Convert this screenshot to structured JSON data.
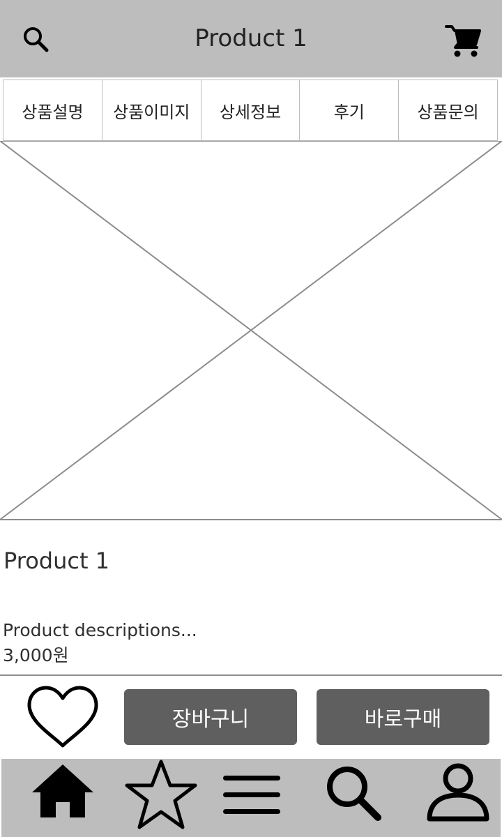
{
  "header": {
    "title": "Product 1",
    "search_icon": "search-icon",
    "cart_icon": "cart-icon"
  },
  "tabs": [
    {
      "label": "상품설명"
    },
    {
      "label": "상품이미지"
    },
    {
      "label": "상세정보"
    },
    {
      "label": "후기"
    },
    {
      "label": "상품문의"
    }
  ],
  "product": {
    "name": "Product 1",
    "description": "Product descriptions...",
    "price": "3,000원"
  },
  "actions": {
    "wishlist_icon": "heart-icon",
    "add_to_cart_label": "장바구니",
    "buy_now_label": "바로구매"
  },
  "bottom_nav": [
    {
      "icon": "home-icon"
    },
    {
      "icon": "star-icon"
    },
    {
      "icon": "menu-icon"
    },
    {
      "icon": "search-icon"
    },
    {
      "icon": "user-icon"
    }
  ],
  "colors": {
    "header_bg": "#bdbdbd",
    "button_bg": "#5f5f5f",
    "button_text": "#ffffff",
    "placeholder_line": "#8c8c8c"
  }
}
